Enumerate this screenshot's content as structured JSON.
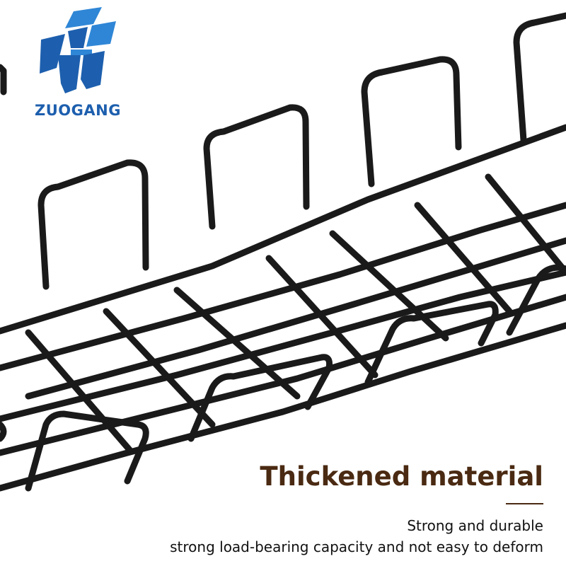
{
  "brand": {
    "name": "ZUOGANG",
    "color_primary": "#1d5fae",
    "color_secondary": "#2f86d6"
  },
  "product": {
    "icon": "wire-mesh-cable-tray",
    "wire_color": "#1a1a1a"
  },
  "feature": {
    "headline": "Thickened material",
    "headline_color": "#4a2a12",
    "line1": "Strong and durable",
    "line2": "strong load-bearing capacity and not easy to deform"
  }
}
